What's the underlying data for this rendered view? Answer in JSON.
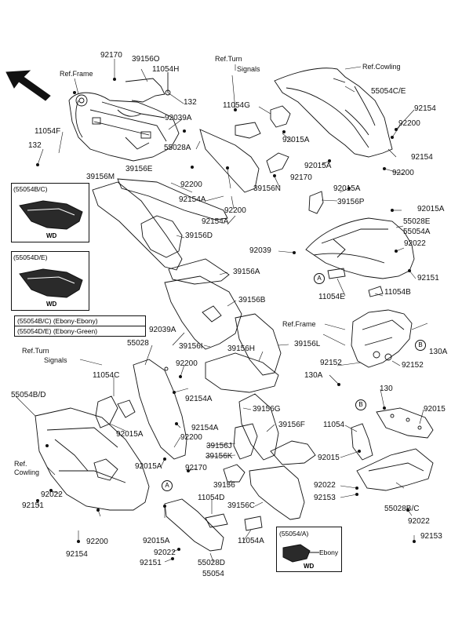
{
  "labels": {
    "p92170_top": "92170",
    "p39156O": "39156O",
    "p11054H": "11054H",
    "ref_frame_top": "Ref.Frame",
    "p132_top": "132",
    "ref_turn_top_1": "Ref.Turn",
    "ref_turn_top_2": "Signals",
    "ref_cowling_top": "Ref.Cowling",
    "p55054CE": "55054C/E",
    "p11054G": "11054G",
    "p92154_r1": "92154",
    "p92200_r1": "92200",
    "p92039A_top": "92039A",
    "p11054F": "11054F",
    "p132_left": "132",
    "p55028A": "55028A",
    "p92015A_1": "92015A",
    "p92154_r2": "92154",
    "p92015A_2": "92015A",
    "p92200_r2": "92200",
    "p39156M": "39156M",
    "p39156E": "39156E",
    "p92200_mid": "92200",
    "p39156N": "39156N",
    "p92170_mid": "92170",
    "p92015A_3": "92015A",
    "p92154A_1": "92154A",
    "p92200_mid2": "92200",
    "p39156P": "39156P",
    "p92015A_4": "92015A",
    "p92154A_2": "92154A",
    "p55028E": "55028E",
    "p55054A": "55054A",
    "p39156D": "39156D",
    "p92039": "92039",
    "p92022_r": "92022",
    "p39156A": "39156A",
    "p92151_r": "92151",
    "p11054E": "11054E",
    "p11054B": "11054B",
    "p39156B": "39156B",
    "ref_frame_mid": "Ref.Frame",
    "p92039A_mid": "92039A",
    "p55028": "55028",
    "p39156I": "39156I",
    "p39156H": "39156H",
    "p39156L": "39156L",
    "p130A_r": "130A",
    "ref_turn_mid_1": "Ref.Turn",
    "ref_turn_mid_2": "Signals",
    "p92200_c1": "92200",
    "p92152_1": "92152",
    "p92152_2": "92152",
    "p11054C": "11054C",
    "p130A_c": "130A",
    "p55054BD": "55054B/D",
    "p92154A_3": "92154A",
    "p130": "130",
    "p39156G": "39156G",
    "p92015_r": "92015",
    "p92015A_5": "92015A",
    "p92154A_4": "92154A",
    "p39156F": "39156F",
    "p11054": "11054",
    "p92200_c2": "92200",
    "p39156J": "39156J",
    "p39156K": "39156K",
    "p92015_c": "92015",
    "ref_cowling_l1": "Ref.",
    "ref_cowling_l2": "Cowling",
    "p92015A_6": "92015A",
    "p92170_low": "92170",
    "p39156": "39156",
    "p92022_c": "92022",
    "p92022_l": "92022",
    "p39156C": "39156C",
    "p92153_1": "92153",
    "p55028BC": "55028B/C",
    "p11054D": "11054D",
    "p92151_l": "92151",
    "p92200_l": "92200",
    "p92015A_7": "92015A",
    "p11054A": "11054A",
    "p92022_r2": "92022",
    "p92154_l": "92154",
    "p92022_b": "92022",
    "p92151_b": "92151",
    "p55028D": "55028D",
    "p92153_2": "92153",
    "p55054": "55054"
  },
  "insets": {
    "bc": {
      "code": "(55054B/C)",
      "tag": "WD"
    },
    "de": {
      "code": "(55054D/E)",
      "tag": "WD"
    },
    "a": {
      "code": "(55054/A)",
      "note": "Ebony",
      "tag": "WD"
    }
  },
  "legend": [
    {
      "code": "(55054B/C)",
      "color": "(Ebony-Ebony)"
    },
    {
      "code": "(55054D/E)",
      "color": "(Ebony-Green)"
    }
  ],
  "markers": {
    "a": "A",
    "b": "B"
  }
}
